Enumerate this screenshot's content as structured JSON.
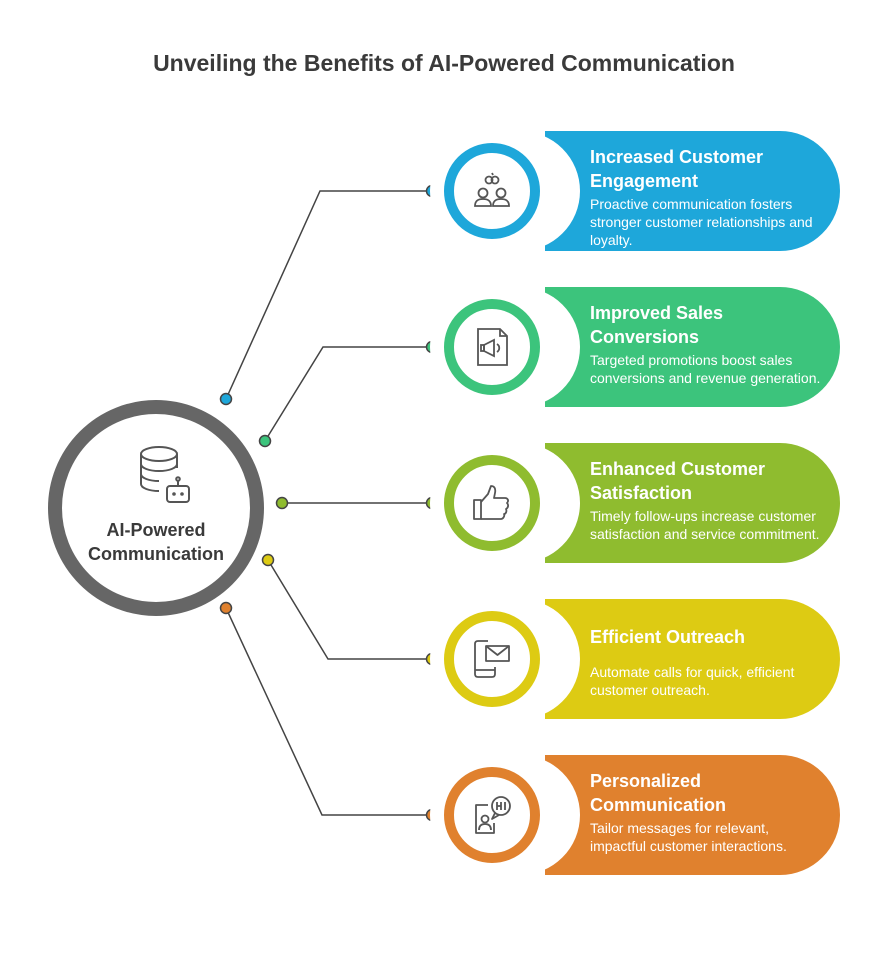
{
  "title": "Unveiling the Benefits of AI-Powered Communication",
  "hub": {
    "label_line1": "AI-Powered",
    "label_line2": "Communication",
    "icon": "database-bot-icon",
    "color": "#666666"
  },
  "benefits": [
    {
      "title_line1": "Increased Customer",
      "title_line2": "Engagement",
      "description": "Proactive communication fosters stronger customer relationships and loyalty.",
      "color": "#1EA7DA",
      "icon": "people-link-icon"
    },
    {
      "title_line1": "Improved Sales",
      "title_line2": "Conversions",
      "description": "Targeted promotions boost sales conversions and revenue generation.",
      "color": "#3CC47C",
      "icon": "megaphone-document-icon"
    },
    {
      "title_line1": "Enhanced Customer",
      "title_line2": "Satisfaction",
      "description": "Timely follow-ups increase customer satisfaction and service commitment.",
      "color": "#8FBC2F",
      "icon": "thumbs-up-icon"
    },
    {
      "title_line1": "Efficient Outreach",
      "title_line2": "",
      "description": "Automate calls for quick, efficient customer outreach.",
      "color": "#DDCB13",
      "icon": "phone-mail-icon"
    },
    {
      "title_line1": "Personalized",
      "title_line2": "Communication",
      "description": "Tailor messages for relevant, impactful customer interactions.",
      "color": "#E0812E",
      "icon": "person-hi-bubble-icon"
    }
  ]
}
